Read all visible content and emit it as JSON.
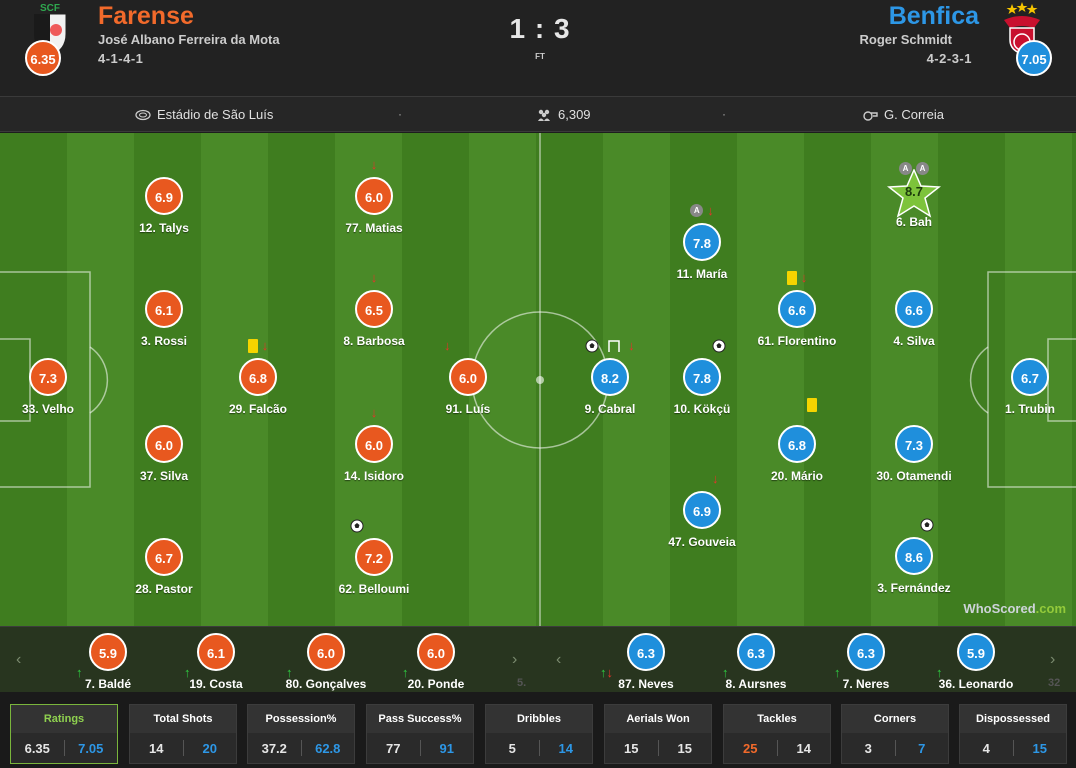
{
  "header": {
    "home": {
      "name": "Farense",
      "manager": "José Albano Ferreira da Mota",
      "formation": "4-1-4-1",
      "rating": "6.35",
      "color": "#f26a2b"
    },
    "away": {
      "name": "Benfica",
      "manager": "Roger Schmidt",
      "formation": "4-2-3-1",
      "rating": "7.05",
      "color": "#2d97e6"
    },
    "score": "1 : 3",
    "status": "FT"
  },
  "info": {
    "stadium": "Estádio de São Luís",
    "attendance": "6,309",
    "referee": "G. Correia",
    "separator": "·"
  },
  "pitch": {
    "watermark_a": "WhoScored",
    "watermark_b": ".com",
    "home_players": [
      {
        "number_name": "12. Talys",
        "rating": "6.9",
        "markers": []
      },
      {
        "number_name": "77. Matias",
        "rating": "6.0",
        "markers": [
          "sub-off"
        ]
      },
      {
        "number_name": "3. Rossi",
        "rating": "6.1",
        "markers": []
      },
      {
        "number_name": "8. Barbosa",
        "rating": "6.5",
        "markers": [
          "sub-off"
        ]
      },
      {
        "number_name": "33. Velho",
        "rating": "7.3",
        "markers": []
      },
      {
        "number_name": "29. Falcão",
        "rating": "6.8",
        "markers": [
          "yellow-card",
          "sub-off"
        ]
      },
      {
        "number_name": "91. Luís",
        "rating": "6.0",
        "markers": [
          "sub-off"
        ]
      },
      {
        "number_name": "37. Silva",
        "rating": "6.0",
        "markers": []
      },
      {
        "number_name": "14. Isidoro",
        "rating": "6.0",
        "markers": [
          "sub-off"
        ]
      },
      {
        "number_name": "28. Pastor",
        "rating": "6.7",
        "markers": []
      },
      {
        "number_name": "62. Belloumi",
        "rating": "7.2",
        "markers": [
          "goal"
        ]
      }
    ],
    "away_players": [
      {
        "number_name": "6. Bah",
        "rating": "8.7",
        "markers": [
          "assist",
          "assist"
        ],
        "man_of_match": true
      },
      {
        "number_name": "11. María",
        "rating": "7.8",
        "markers": [
          "assist",
          "sub-off"
        ]
      },
      {
        "number_name": "61. Florentino",
        "rating": "6.6",
        "markers": [
          "yellow-card",
          "sub-off"
        ]
      },
      {
        "number_name": "4. Silva",
        "rating": "6.6",
        "markers": []
      },
      {
        "number_name": "9. Cabral",
        "rating": "8.2",
        "markers": [
          "goal",
          "goal-marker",
          "sub-off"
        ]
      },
      {
        "number_name": "10. Kökçü",
        "rating": "7.8",
        "markers": [
          "goal"
        ]
      },
      {
        "number_name": "1. Trubin",
        "rating": "6.7",
        "markers": []
      },
      {
        "number_name": "20. Mário",
        "rating": "6.8",
        "markers": [
          "yellow-card"
        ]
      },
      {
        "number_name": "30. Otamendi",
        "rating": "7.3",
        "markers": []
      },
      {
        "number_name": "47. Gouveia",
        "rating": "6.9",
        "markers": [
          "sub-off"
        ]
      },
      {
        "number_name": "3. Fernández",
        "rating": "8.6",
        "markers": [
          "goal"
        ]
      }
    ]
  },
  "substitutes": {
    "home": [
      {
        "number_name": "7. Baldé",
        "rating": "5.9"
      },
      {
        "number_name": "19. Costa",
        "rating": "6.1"
      },
      {
        "number_name": "80. Gonçalves",
        "rating": "6.0"
      },
      {
        "number_name": "20. Ponde",
        "rating": "6.0"
      }
    ],
    "home_more": "5.",
    "away": [
      {
        "number_name": "87. Neves",
        "rating": "6.3"
      },
      {
        "number_name": "8. Aursnes",
        "rating": "6.3"
      },
      {
        "number_name": "7. Neres",
        "rating": "6.3"
      },
      {
        "number_name": "36. Leonardo",
        "rating": "5.9"
      }
    ],
    "away_more": "32"
  },
  "stats": [
    {
      "title": "Ratings",
      "home": "6.35",
      "away": "7.05",
      "active": true
    },
    {
      "title": "Total Shots",
      "home": "14",
      "away": "20"
    },
    {
      "title": "Possession%",
      "home": "37.2",
      "away": "62.8"
    },
    {
      "title": "Pass Success%",
      "home": "77",
      "away": "91"
    },
    {
      "title": "Dribbles",
      "home": "5",
      "away": "14"
    },
    {
      "title": "Aerials Won",
      "home": "15",
      "away": "15"
    },
    {
      "title": "Tackles",
      "home": "25",
      "away": "14",
      "home_highlight": true
    },
    {
      "title": "Corners",
      "home": "3",
      "away": "7"
    },
    {
      "title": "Dispossessed",
      "home": "4",
      "away": "15"
    }
  ]
}
